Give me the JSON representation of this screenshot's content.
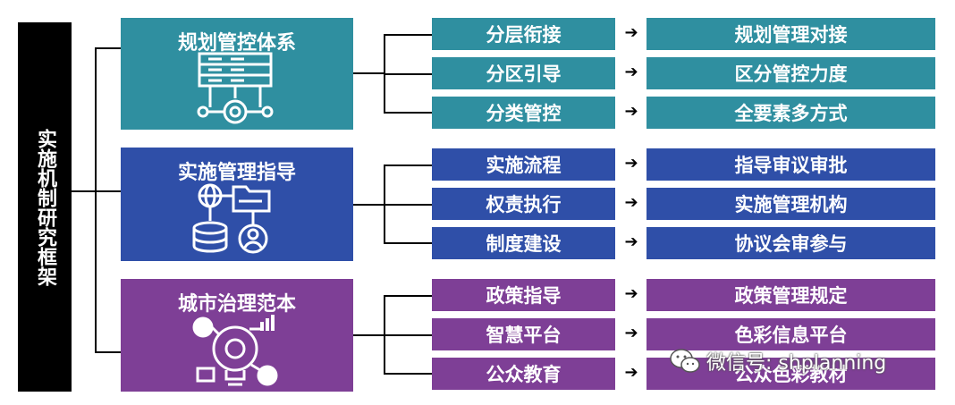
{
  "left_title": "实施机制研究框架",
  "colors": {
    "teal": "#2f8fa0",
    "blue": "#2f4fa8",
    "purple": "#7e3f96",
    "line": "#000000"
  },
  "groups": [
    {
      "title": "规划管控体系",
      "icon": "server-gear-icon",
      "rows": [
        {
          "left": "分层衔接",
          "right": "规划管理对接"
        },
        {
          "left": "分区引导",
          "right": "区分管控力度"
        },
        {
          "left": "分类管控",
          "right": "全要素多方式"
        }
      ]
    },
    {
      "title": "实施管理指导",
      "icon": "database-network-icon",
      "rows": [
        {
          "left": "实施流程",
          "right": "指导审议审批"
        },
        {
          "left": "权责执行",
          "right": "实施管理机构"
        },
        {
          "left": "制度建设",
          "right": "协议会审参与"
        }
      ]
    },
    {
      "title": "城市治理范本",
      "icon": "smart-city-bulb-icon",
      "rows": [
        {
          "left": "政策指导",
          "right": "政策管理规定"
        },
        {
          "left": "智慧平台",
          "right": "色彩信息平台"
        },
        {
          "left": "公众教育",
          "right": "公众色彩教材"
        }
      ]
    }
  ],
  "watermark": "微信号: shplanning"
}
